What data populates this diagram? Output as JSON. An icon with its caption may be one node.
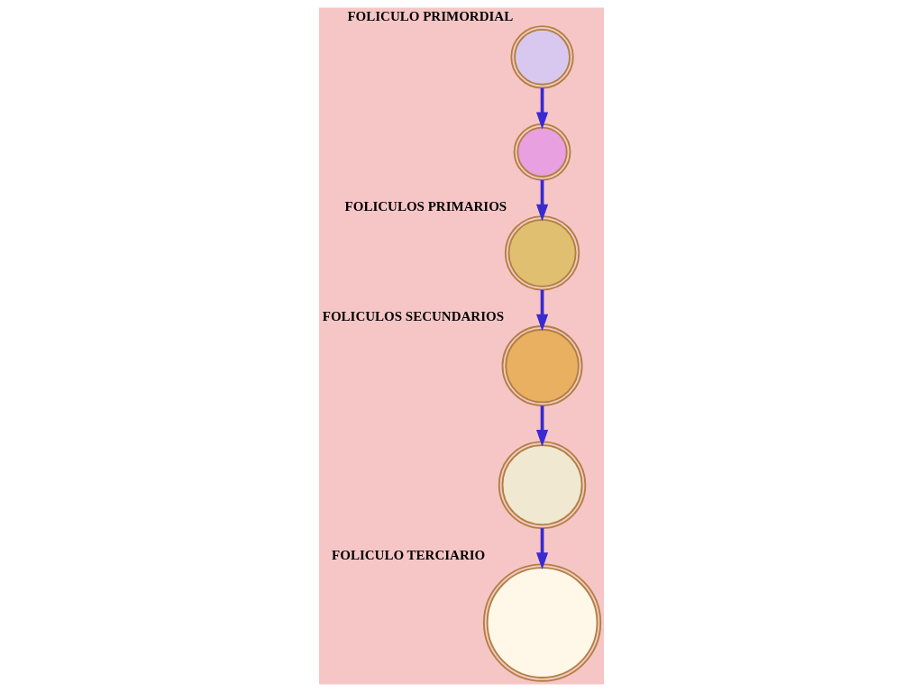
{
  "diagram": {
    "nodes": [
      {
        "text": [],
        "shape": "picture"
      },
      {
        "text": [],
        "shape": "picture",
        "beside": [
          "FOLICULO PRIMORDIAL"
        ]
      },
      {
        "text": [],
        "shape": "picture",
        "beside": [
          "FOLICULOS PRIMARIOS"
        ]
      },
      {
        "text": [],
        "shape": "picture",
        "beside": [
          "FOLICULOS SECUNDARIOS"
        ]
      },
      {
        "text": [],
        "shape": "picture"
      },
      {
        "text": [],
        "shape": "picture",
        "beside": [
          "FOLICULO TERCIARIO"
        ]
      }
    ],
    "edges": [
      {
        "from": 1,
        "to": 0,
        "arrow": "to"
      },
      {
        "from": 0,
        "to": 2,
        "arrow": "to"
      },
      {
        "from": 2,
        "to": 3,
        "arrow": "to"
      },
      {
        "from": 3,
        "to": 4,
        "arrow": "to"
      },
      {
        "from": 4,
        "to": 5,
        "arrow": "to"
      }
    ]
  }
}
